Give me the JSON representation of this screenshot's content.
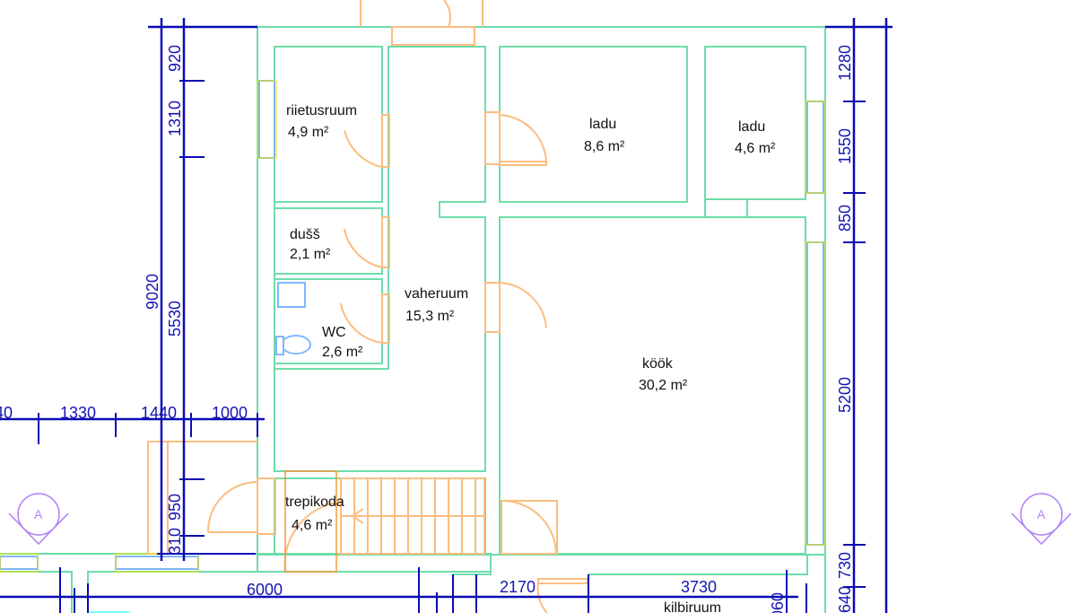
{
  "rooms": [
    {
      "name": "riietusruum",
      "area": "4,9 m²"
    },
    {
      "name": "dušš",
      "area": "2,1 m²"
    },
    {
      "name": "WC",
      "area": "2,6 m²"
    },
    {
      "name": "vaheruum",
      "area": "15,3 m²"
    },
    {
      "name": "ladu",
      "area": "8,6 m²"
    },
    {
      "name": "ladu",
      "area": "4,6 m²"
    },
    {
      "name": "köök",
      "area": "30,2 m²"
    },
    {
      "name": "trepikoda",
      "area": "4,6 m²"
    },
    {
      "name": "kilbiruum"
    }
  ],
  "dimensions": {
    "left_outer": "9020",
    "left_inner": [
      "920",
      "1310",
      "5530",
      "950",
      "310"
    ],
    "right": [
      "1280",
      "1550",
      "850",
      "5200",
      "730",
      "640"
    ],
    "horizontal_mid": [
      "40",
      "1330",
      "1440",
      "1000"
    ],
    "bottom": [
      "6000",
      "2170",
      "3730",
      "060"
    ]
  },
  "section_markers": [
    "A",
    "A"
  ]
}
